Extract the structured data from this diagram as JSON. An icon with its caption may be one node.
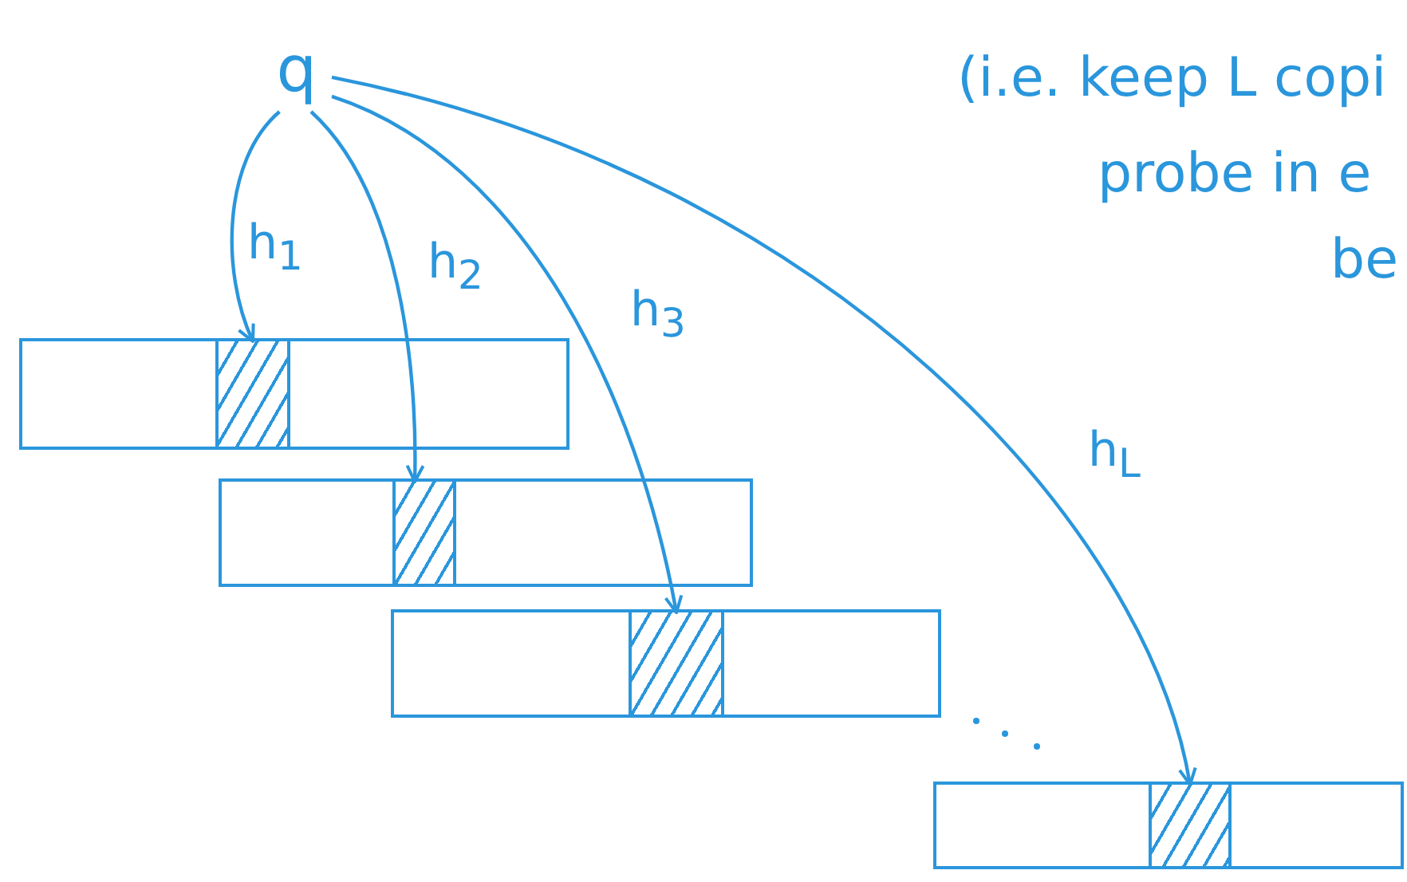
{
  "diagram": {
    "nodes": [
      {
        "text": [
          "q"
        ]
      },
      {
        "text": [],
        "shape": "bar"
      },
      {
        "text": [],
        "shape": "box",
        "in": 1
      },
      {
        "text": [],
        "shape": "bar"
      },
      {
        "text": [],
        "shape": "box",
        "in": 3
      },
      {
        "text": [],
        "shape": "bar"
      },
      {
        "text": [],
        "shape": "box",
        "in": 5
      },
      {
        "text": [],
        "shape": "bar"
      },
      {
        "text": [],
        "shape": "box",
        "in": 7
      }
    ],
    "edges": [
      {
        "from": 0,
        "to": 2,
        "arrow": "to",
        "label": "h$_{1}$"
      },
      {
        "from": 0,
        "to": 4,
        "arrow": "to",
        "label": "h$_{2}$"
      },
      {
        "from": 0,
        "to": 6,
        "arrow": "to",
        "label": "h$_{3}$"
      },
      {
        "from": 0,
        "to": 8,
        "arrow": "to",
        "label": "h$_{L}$"
      }
    ],
    "labels": [
      "(i.e. keep L copi",
      "probe in e",
      "be"
    ]
  }
}
